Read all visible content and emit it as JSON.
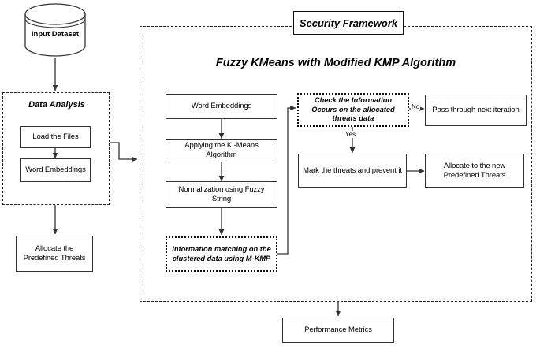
{
  "diagram": {
    "title": "Security Framework",
    "subtitle": "Fuzzy KMeans with Modified KMP Algorithm",
    "datastore": {
      "label": "Input Dataset"
    },
    "data_analysis": {
      "title": "Data Analysis",
      "steps": [
        {
          "label": "Load the Files"
        },
        {
          "label": "Word Embeddings"
        }
      ]
    },
    "left_output": {
      "label": "Allocate the Predefined Threats"
    },
    "pipeline": [
      {
        "label": "Word Embeddings",
        "style": "solid"
      },
      {
        "label": "Applying the K -Means Algorithm",
        "style": "solid"
      },
      {
        "label": "Normalization using Fuzzy String",
        "style": "solid"
      },
      {
        "label": "Information matching on the clustered data using M-KMP",
        "style": "dotted"
      }
    ],
    "decision": {
      "label": "Check the Information Occurs on the allocated threats data",
      "style": "dotted"
    },
    "branches": [
      {
        "label": "No"
      },
      {
        "label": "Yes"
      }
    ],
    "outcomes": [
      {
        "label": "Pass through next iteration"
      },
      {
        "label": "Mark the threats and prevent it"
      },
      {
        "label": "Allocate to the  new Predefined Threats"
      }
    ],
    "metrics": {
      "label": "Performance Metrics"
    },
    "colors": {
      "stroke": "#333333",
      "text": "#000000",
      "background": "#ffffff"
    }
  }
}
